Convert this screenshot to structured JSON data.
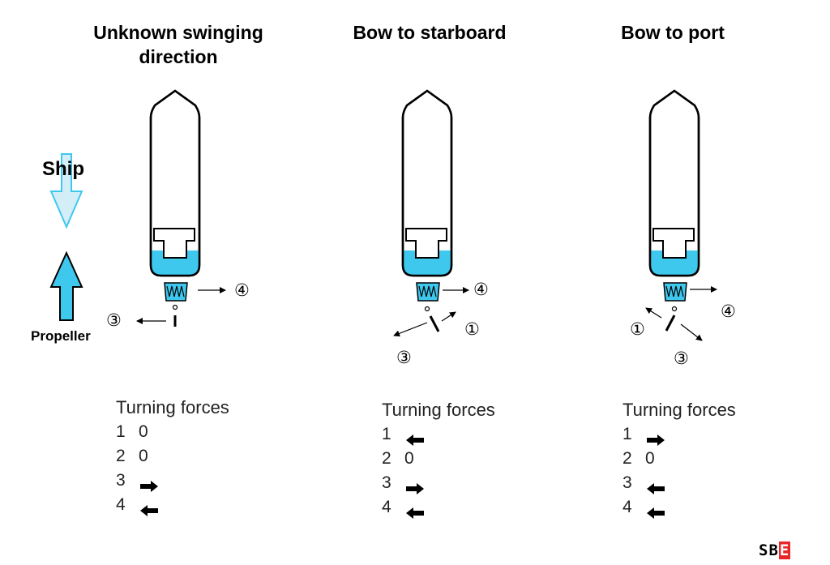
{
  "colors": {
    "water": "#3fc8ee",
    "arrow_fill": "#d4eef7",
    "logo_red": "#e8262a"
  },
  "left_arrows": {
    "ship_label": "Ship",
    "propeller_label": "Propeller"
  },
  "panels": [
    {
      "title_lines": [
        "Unknown swinging",
        "direction"
      ],
      "markers": [
        "④",
        "③"
      ],
      "turning_forces": {
        "heading": "Turning forces",
        "rows": [
          {
            "num": "1",
            "value": "0",
            "arrow": ""
          },
          {
            "num": "2",
            "value": "0",
            "arrow": ""
          },
          {
            "num": "3",
            "value": "",
            "arrow": "right"
          },
          {
            "num": "4",
            "value": "",
            "arrow": "left"
          }
        ]
      }
    },
    {
      "title_lines": [
        "Bow to starboard"
      ],
      "markers": [
        "④",
        "①",
        "③"
      ],
      "turning_forces": {
        "heading": "Turning forces",
        "rows": [
          {
            "num": "1",
            "value": "",
            "arrow": "left"
          },
          {
            "num": "2",
            "value": "0",
            "arrow": ""
          },
          {
            "num": "3",
            "value": "",
            "arrow": "right"
          },
          {
            "num": "4",
            "value": "",
            "arrow": "left"
          }
        ]
      }
    },
    {
      "title_lines": [
        "Bow to port"
      ],
      "markers": [
        "④",
        "①",
        "③"
      ],
      "turning_forces": {
        "heading": "Turning forces",
        "rows": [
          {
            "num": "1",
            "value": "",
            "arrow": "right"
          },
          {
            "num": "2",
            "value": "0",
            "arrow": ""
          },
          {
            "num": "3",
            "value": "",
            "arrow": "left"
          },
          {
            "num": "4",
            "value": "",
            "arrow": "left"
          }
        ]
      }
    }
  ],
  "logo": {
    "letters": [
      "S",
      "B",
      "E"
    ]
  }
}
